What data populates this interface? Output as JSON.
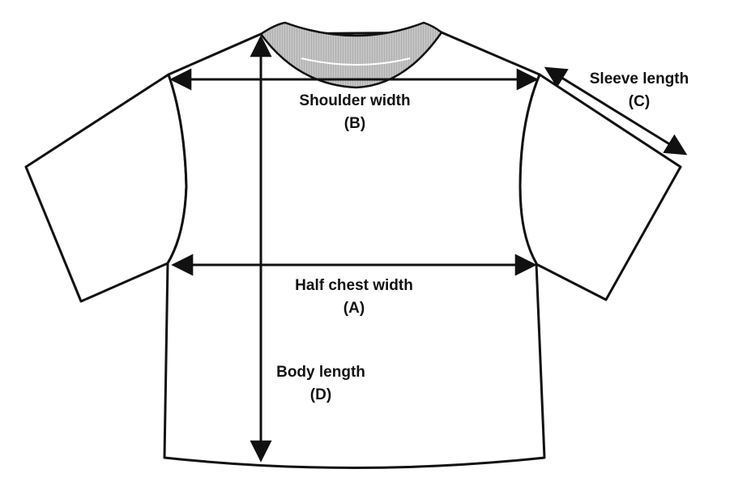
{
  "colors": {
    "background": "#ffffff",
    "outline": "#111111",
    "collar": "#bdbdbd"
  },
  "icons": {
    "diagram": "t-shirt-outline"
  },
  "measurements": {
    "shoulder": {
      "name": "Shoulder width",
      "code": "(B)"
    },
    "chest": {
      "name": "Half chest width",
      "code": "(A)"
    },
    "sleeve": {
      "name": "Sleeve length",
      "code": "(C)"
    },
    "body": {
      "name": "Body length",
      "code": "(D)"
    }
  }
}
